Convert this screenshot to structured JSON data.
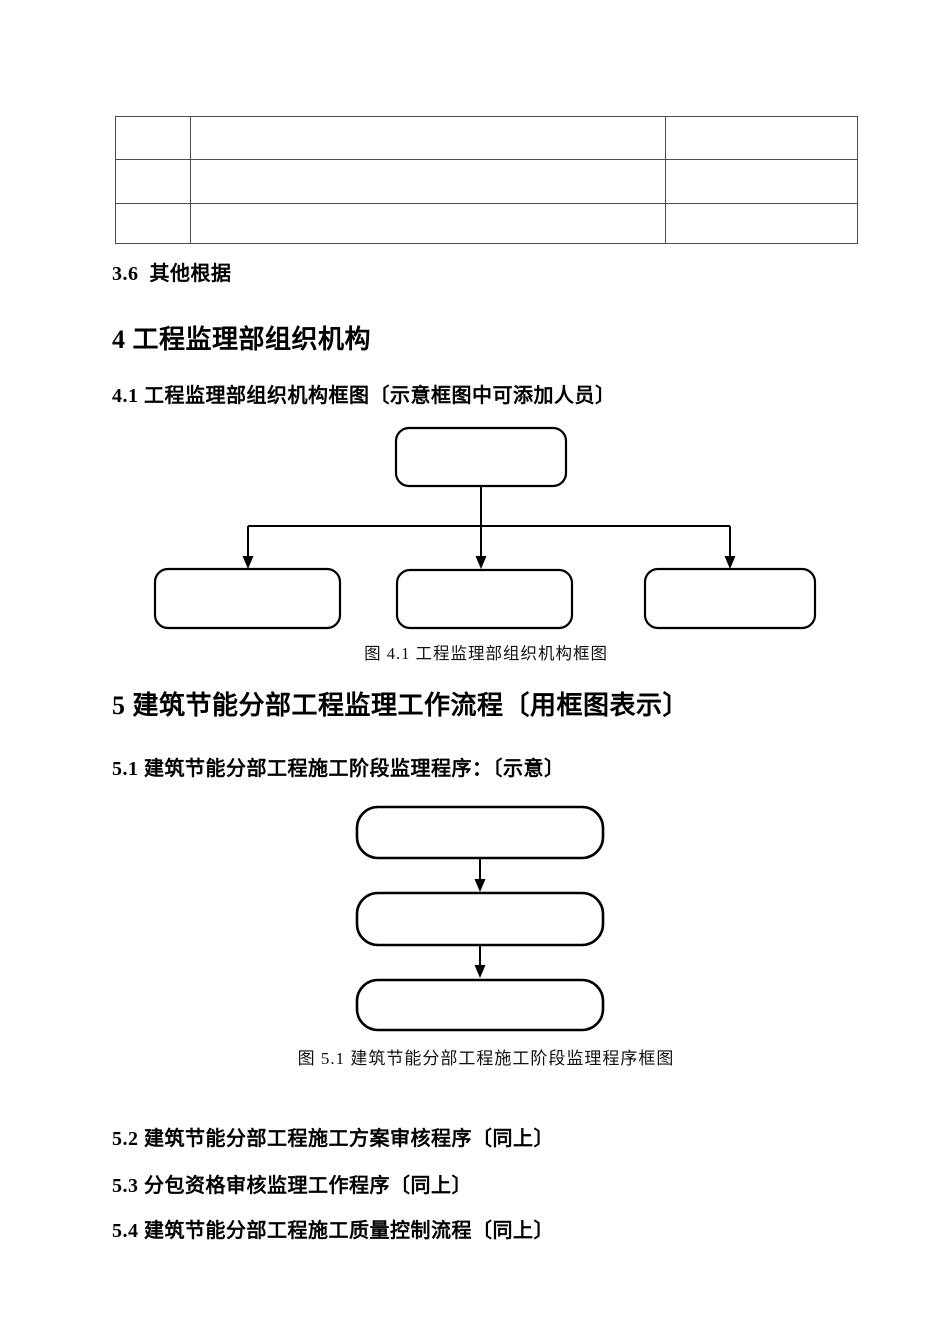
{
  "document": {
    "headings": {
      "sec36": "3.6  其他根据",
      "sec4": "4 工程监理部组织机构",
      "sec41": "4.1 工程监理部组织机构框图〔示意框图中可添加人员〕",
      "sec5": "5 建筑节能分部工程监理工作流程〔用框图表示〕",
      "sec51": "5.1 建筑节能分部工程施工阶段监理程序：〔示意〕",
      "sec52": "5.2 建筑节能分部工程施工方案审核程序〔同上〕",
      "sec53": "5.3 分包资格审核监理工作程序〔同上〕",
      "sec54": "5.4 建筑节能分部工程施工质量控制流程〔同上〕"
    },
    "captions": {
      "fig41": "图 4.1 工程监理部组织机构框图",
      "fig51": "图 5.1 建筑节能分部工程施工阶段监理程序框图"
    },
    "table": {
      "rows": [
        [
          "",
          "",
          ""
        ],
        [
          "",
          "",
          ""
        ],
        [
          "",
          "",
          ""
        ]
      ]
    },
    "org_chart": {
      "root_label": "",
      "child_labels": [
        "",
        "",
        ""
      ]
    },
    "flowchart": {
      "step_labels": [
        "",
        "",
        ""
      ]
    },
    "colors": {
      "background": "#ffffff",
      "text": "#000000",
      "table_border": "#4c4c4c",
      "diagram_stroke": "#000000"
    }
  }
}
